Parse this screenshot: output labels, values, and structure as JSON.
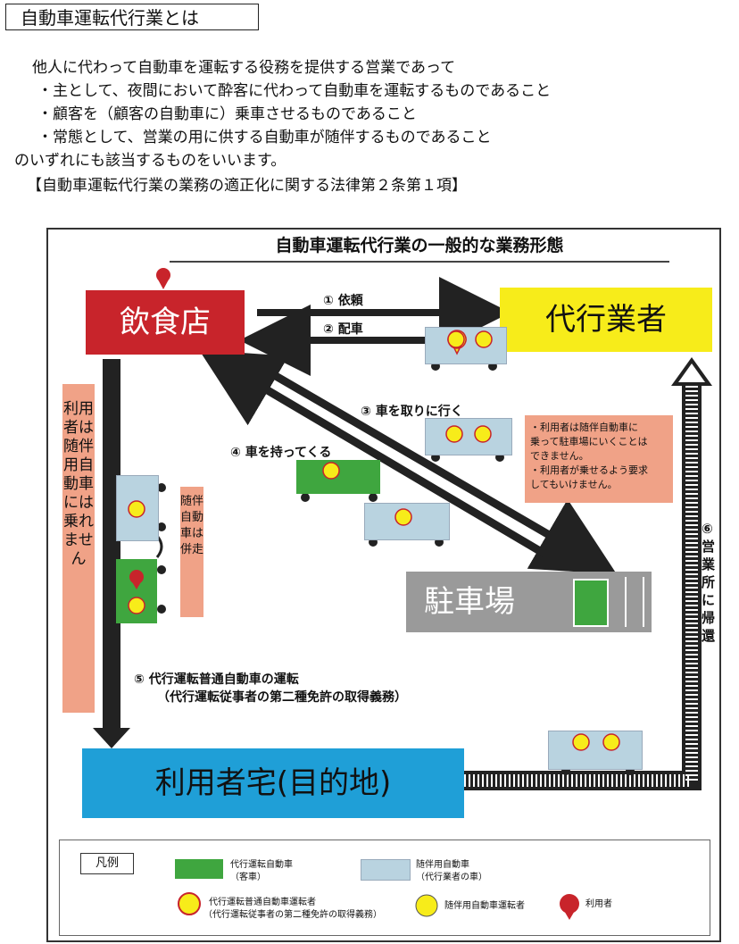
{
  "heading": "自動車運転代行業とは",
  "intro": {
    "line1": "他人に代わって自動車を運転する役務を提供する営業であって",
    "bullet1": "・主として、夜間において酔客に代わって自動車を運転するものであること",
    "bullet2": "・顧客を（顧客の自動車に）乗車させるものであること",
    "bullet3": "・常態として、営業の用に供する自動車が随伴するものであること",
    "line2": "のいずれにも該当するものをいいます。",
    "law_ref": "【自動車運転代行業の業務の適正化に関する法律第２条第１項】"
  },
  "diagram": {
    "title": "自動車運転代行業の一般的な業務形態",
    "nodes": {
      "restaurant": "飲食店",
      "agency": "代行業者",
      "parking": "駐車場",
      "home": "利用者宅(目的地)"
    },
    "steps": {
      "s1": "① 依頼",
      "s2": "② 配車",
      "s3": "③ 車を取りに行く",
      "s4": "④ 車を持ってくる",
      "s5_line1": "⑤ 代行運転普通自動車の運転",
      "s5_line2": "（代行運転従事者の第二種免許の取得義務）",
      "s6": "⑥営業所に帰還"
    },
    "left_box": "利用者は随伴用自動車には乗れません",
    "middle_box": "随伴自動車は併走",
    "note": "・利用者は随伴自動車に乗って駐車場にいくことはできません。・利用者が乗せるよう要求してもいけません。",
    "note_lines": [
      "・利用者は随伴自動車に",
      "乗って駐車場にいくことは",
      "できません。",
      "・利用者が乗せるよう要求",
      "してもいけません。"
    ]
  },
  "legend": {
    "title": "凡例",
    "green_car": "代行運転自動車",
    "green_car_sub": "（客車）",
    "blue_car": "随伴用自動車",
    "blue_car_sub": "（代行業者の車）",
    "yellow_pin": "代行運転普通自動車運転者",
    "yellow_pin_sub": "（代行運転従事者の第二種免許の取得義務）",
    "yellow_circle": "随伴用自動車運転者",
    "red_pin": "利用者"
  },
  "colors": {
    "restaurant": "#c8242b",
    "agency": "#f7ec1a",
    "parking": "#9a9a9a",
    "home": "#1f9fd7",
    "note_box": "#f0a287",
    "green_car": "#3fa63f",
    "blue_car": "#b9d3e0",
    "arrow": "#222222"
  }
}
